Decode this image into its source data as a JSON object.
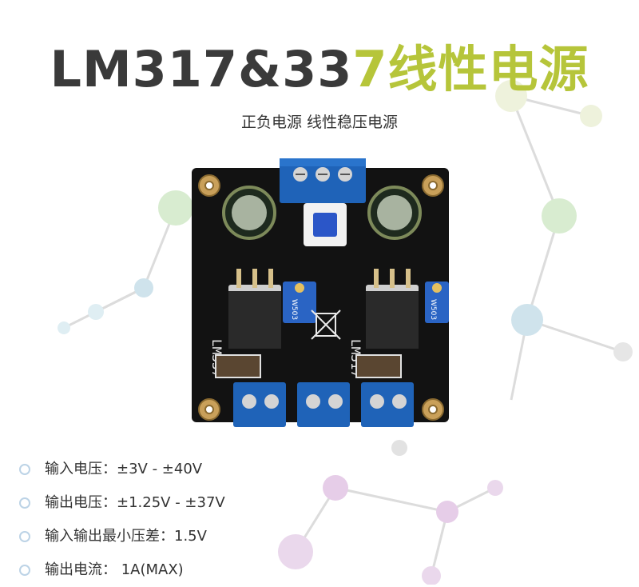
{
  "page": {
    "title_part1": "LM317&33",
    "title_part2": "7线性电源",
    "subtitle": "正负电源 线性稳压电源"
  },
  "board": {
    "left_label": "LM337",
    "right_label": "LM317",
    "pot_label": "W503",
    "pcb_color": "#111111",
    "terminal_color": "#1f63b8"
  },
  "specs": [
    {
      "label": "输入电压：",
      "value": "±3V - ±40V"
    },
    {
      "label": "输出电压：",
      "value": "±1.25V - ±37V"
    },
    {
      "label": "输入输出最小压差：",
      "value": "1.5V"
    },
    {
      "label": "输出电流：",
      "value": " 1A(MAX)"
    }
  ],
  "colors": {
    "accent": "#b6c53a",
    "title_dark": "#3a3a3a",
    "bullet": "#bcd3e6",
    "node_green": "#d8ecd0",
    "node_purple": "#e6cde8",
    "node_blue": "#cfe3ec"
  }
}
